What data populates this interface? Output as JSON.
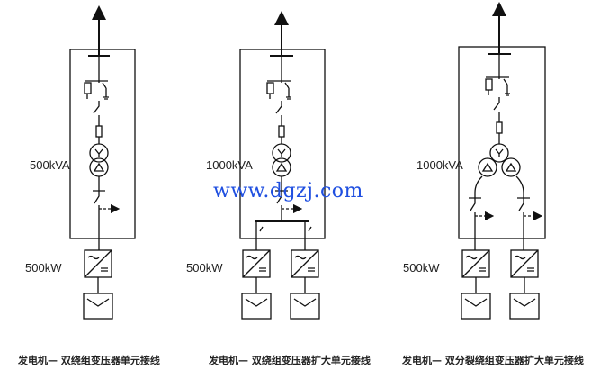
{
  "watermark": "www.dgzj.com",
  "panels": [
    {
      "transformer_rating": "500kVA",
      "inverter_rating": "500kW",
      "caption": "发电机— 双绕组变压器单元接线"
    },
    {
      "transformer_rating": "1000kVA",
      "inverter_rating": "500kW",
      "caption": "发电机— 双绕组变压器扩大单元接线"
    },
    {
      "transformer_rating": "1000kVA",
      "inverter_rating": "500kW",
      "caption": "发电机— 双分裂绕组变压器扩大单元接线"
    }
  ],
  "colors": {
    "line": "#111111",
    "watermark": "#1f4fe0"
  }
}
